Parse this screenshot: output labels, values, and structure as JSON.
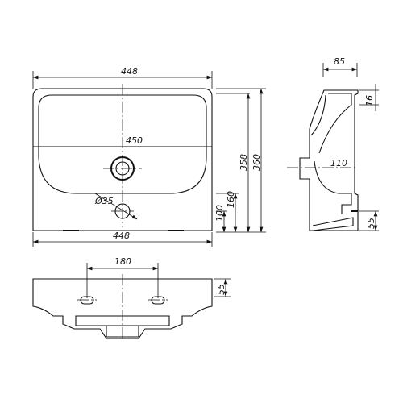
{
  "dimensions": {
    "top_width": "448",
    "inner_width": "450",
    "bottom_width": "448",
    "drain_dia": "Ø35",
    "height_total": "360",
    "height_inner": "358",
    "height_tap": "160",
    "height_drain": "100",
    "side_depth": "85",
    "side_top": "16",
    "side_tap": "110",
    "side_bottom": "55",
    "plan_holes": "180",
    "plan_height": "55"
  }
}
